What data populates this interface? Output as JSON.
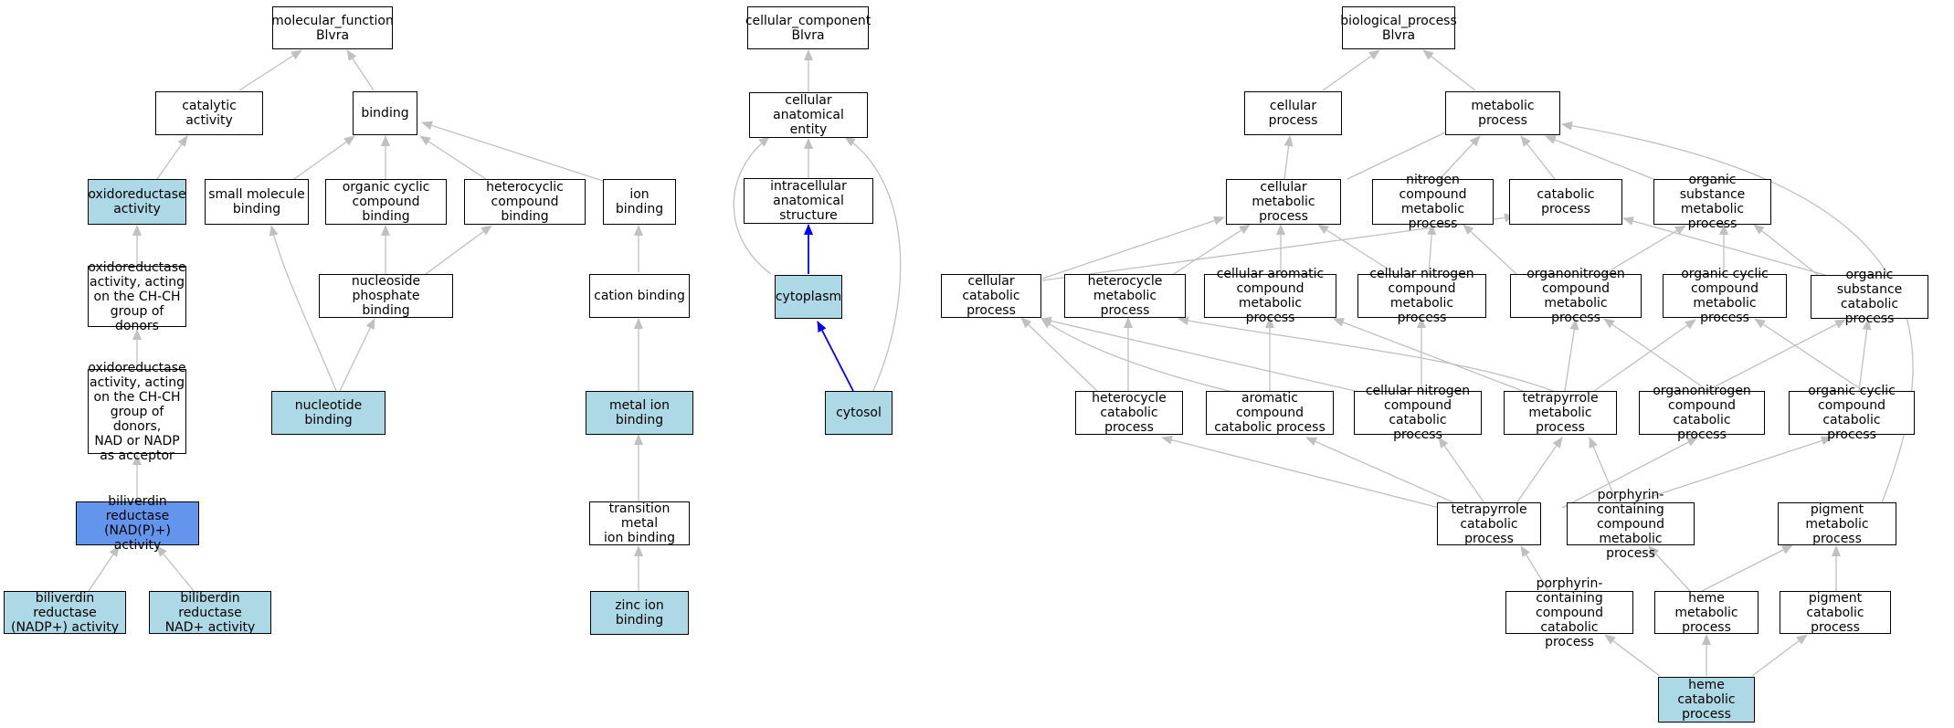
{
  "colors": {
    "plain": "#ffffff",
    "annotated": "#add8e6",
    "query": "#6495ed",
    "edge": "#c0c0c0",
    "edge_highlight": "#0000ff"
  },
  "nodes": {
    "mf_root": "molecular_function\nBlvra",
    "catalytic": "catalytic activity",
    "binding": "binding",
    "oxidoreductase": "oxidoreductase\nactivity",
    "small_mol": "small molecule\nbinding",
    "org_cyclic_bind": "organic cyclic\ncompound binding",
    "hetero_bind": "heterocyclic\ncompound binding",
    "ion_binding": "ion binding",
    "oxido_chch": "oxidoreductase\nactivity, acting\non the CH-CH\ngroup of donors",
    "nucleoside_phos": "nucleoside phosphate\nbinding",
    "cation_binding": "cation binding",
    "oxido_nad": "oxidoreductase\nactivity, acting\non the CH-CH\ngroup of donors,\nNAD or NADP\nas acceptor",
    "nucleotide_binding": "nucleotide binding",
    "metal_ion": "metal ion binding",
    "biliverdin_red": "biliverdin reductase\n(NAD(P)+) activity",
    "transition_metal": "transition metal\nion binding",
    "biliverdin_nadp": "biliverdin reductase\n(NADP+) activity",
    "biliberdin_nad": "biliberdin reductase\nNAD+ activity",
    "zinc_ion": "zinc ion binding",
    "cc_root": "cellular_component\nBlvra",
    "cell_anat": "cellular anatomical\nentity",
    "intracellular": "intracellular\nanatomical structure",
    "cytoplasm": "cytoplasm",
    "cytosol": "cytosol",
    "bp_root": "biological_process\nBlvra",
    "cellular_process": "cellular process",
    "metabolic_process": "metabolic process",
    "cell_metabolic": "cellular metabolic\nprocess",
    "nitrogen_compound": "nitrogen compound\nmetabolic process",
    "catabolic_process": "catabolic process",
    "org_subst_met": "organic substance\nmetabolic process",
    "cell_catabolic": "cellular catabolic\nprocess",
    "hetero_met": "heterocycle\nmetabolic process",
    "cell_arom": "cellular aromatic\ncompound metabolic\nprocess",
    "cell_nitro_met": "cellular nitrogen\ncompound metabolic\nprocess",
    "organonitro_met": "organonitrogen\ncompound metabolic\nprocess",
    "org_cyclic_met": "organic cyclic\ncompound metabolic\nprocess",
    "org_subst_cat": "organic substance\ncatabolic process",
    "hetero_cat": "heterocycle\ncatabolic process",
    "arom_cat": "aromatic compound\ncatabolic process",
    "cell_nitro_cat": "cellular nitrogen\ncompound catabolic\nprocess",
    "tetrapyrrole_met": "tetrapyrrole\nmetabolic process",
    "organonitro_cat": "organonitrogen\ncompound catabolic\nprocess",
    "org_cyclic_cat": "organic cyclic\ncompound catabolic\nprocess",
    "tetrapyrrole_cat": "tetrapyrrole\ncatabolic process",
    "porphyrin_met": "porphyrin-containing\ncompound metabolic\nprocess",
    "pigment_met": "pigment metabolic\nprocess",
    "porphyrin_cat": "porphyrin-containing\ncompound catabolic\nprocess",
    "heme_met": "heme metabolic\nprocess",
    "pigment_cat": "pigment catabolic\nprocess",
    "heme_cat": "heme catabolic\nprocess"
  }
}
